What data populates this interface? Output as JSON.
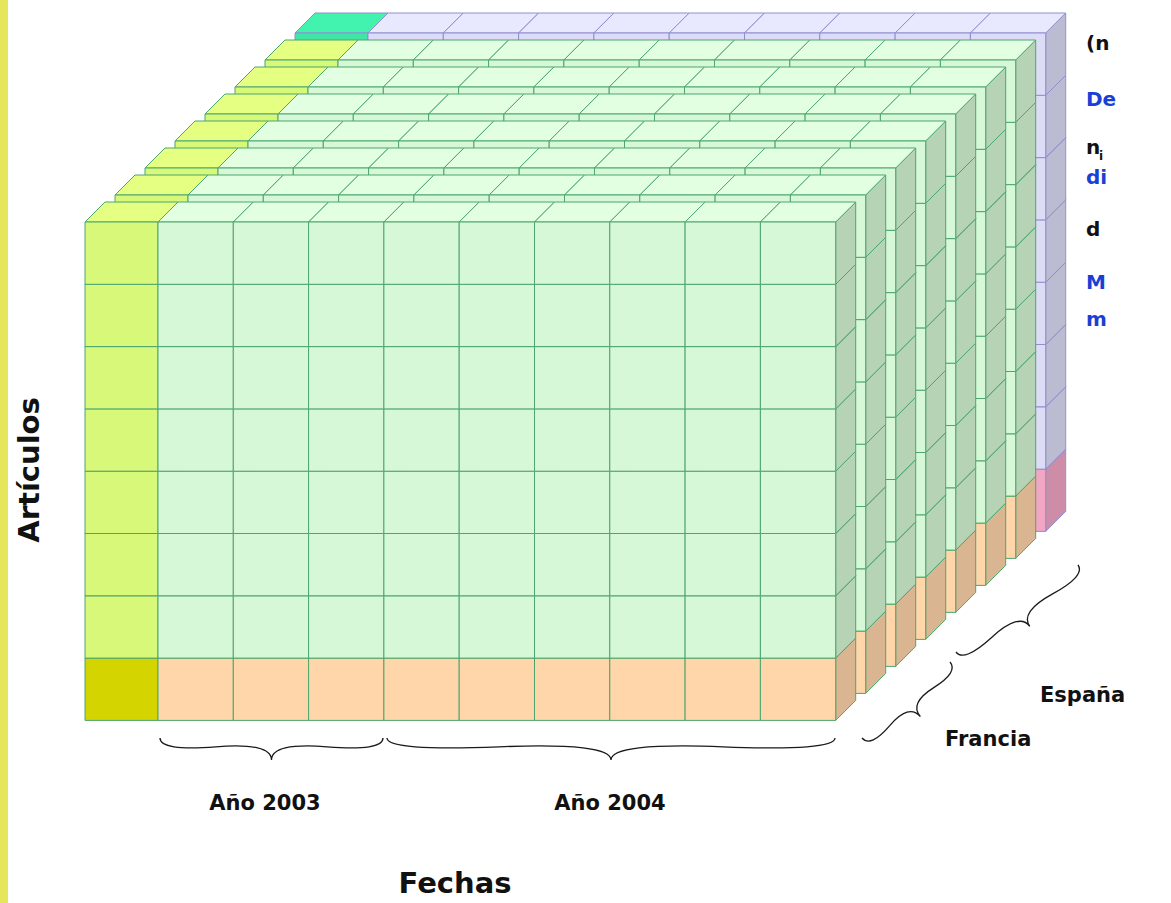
{
  "diagram": {
    "labels": [
      "Artículos",
      "Fechas",
      "Año 2003",
      "Año 2004",
      "Francia",
      "España",
      "(n",
      "De",
      "n",
      "i",
      "di",
      "d",
      "M",
      "m"
    ]
  }
}
